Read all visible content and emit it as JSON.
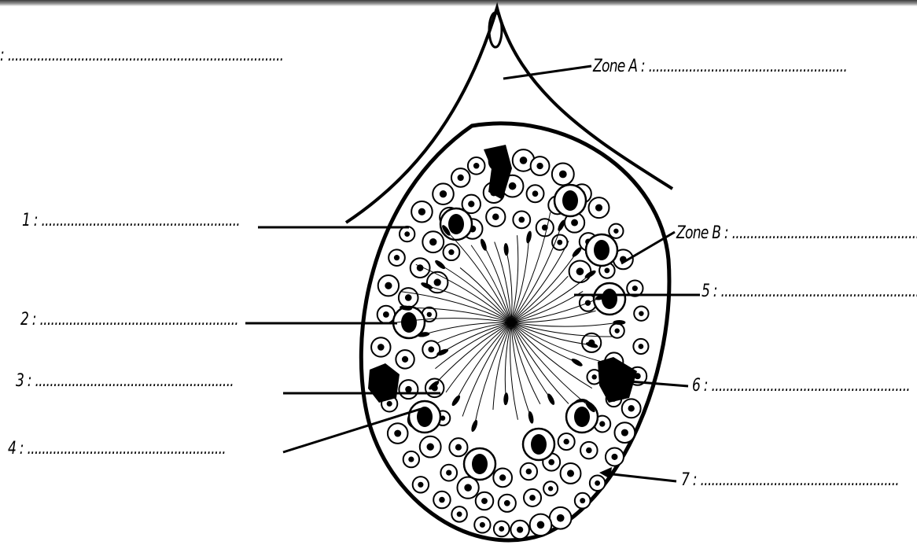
{
  "title_line": {
    "prefix": ":",
    "dots": "..........................................................................."
  },
  "labels": {
    "zone_a": {
      "name": "Zone A :",
      "dots": "......................................................"
    },
    "zone_b": {
      "name": "Zone B :",
      "dots": "..................................................."
    },
    "l1": {
      "name": "1 :",
      "dots": "......................................................"
    },
    "l2": {
      "name": "2 :",
      "dots": "......................................................"
    },
    "l3": {
      "name": "3 :",
      "dots": "......................................................"
    },
    "l4": {
      "name": "4 :",
      "dots": "......................................................"
    },
    "l5": {
      "name": "5 :",
      "dots": "......................................................"
    },
    "l6": {
      "name": "6 :",
      "dots": "......................................................"
    },
    "l7": {
      "name": "7 :",
      "dots": "......................................................"
    }
  }
}
